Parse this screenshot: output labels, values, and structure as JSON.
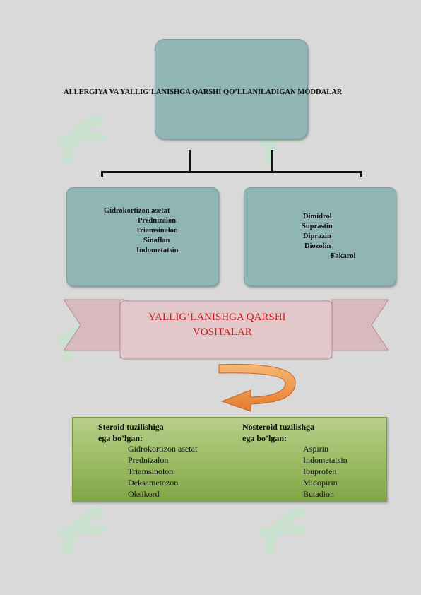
{
  "title": "ALLERGIYA VA YALLIG’LANISHGA QARSHI QO’LLANILADIGAN MODDALAR",
  "left_box_items": [
    "Gidrokortizon asetat",
    "Prednizalon",
    "Triamsinalon",
    "Sinaflan",
    "Indometatsin"
  ],
  "right_box_items": [
    "Dimidrol",
    "Suprastin",
    "Diprazin",
    "Diozolin",
    "Fakarol"
  ],
  "banner": {
    "line1": "YALLIG’LANISHGA QARSHI",
    "line2": "VOSITALAR"
  },
  "steroid": {
    "heading1": "Steroid tuzilishiga",
    "heading2": "ega bo’lgan:",
    "items": [
      "Gidrokortizon asetat",
      "Prednizalon",
      "Triamsinolon",
      "Deksametozon",
      "Oksikord"
    ]
  },
  "nosteroid": {
    "heading1": "Nosteroid tuzilishga",
    "heading2": "ega bo’lgan:",
    "items": [
      "Aspirin",
      "Indometatsin",
      "Ibuprofen",
      "Midopirin",
      "Butadion"
    ]
  },
  "colors": {
    "box": "#8fb5b5",
    "banner_text": "#d11a1a",
    "arrow": "#ee8a3a",
    "green": "#9cbc65"
  }
}
